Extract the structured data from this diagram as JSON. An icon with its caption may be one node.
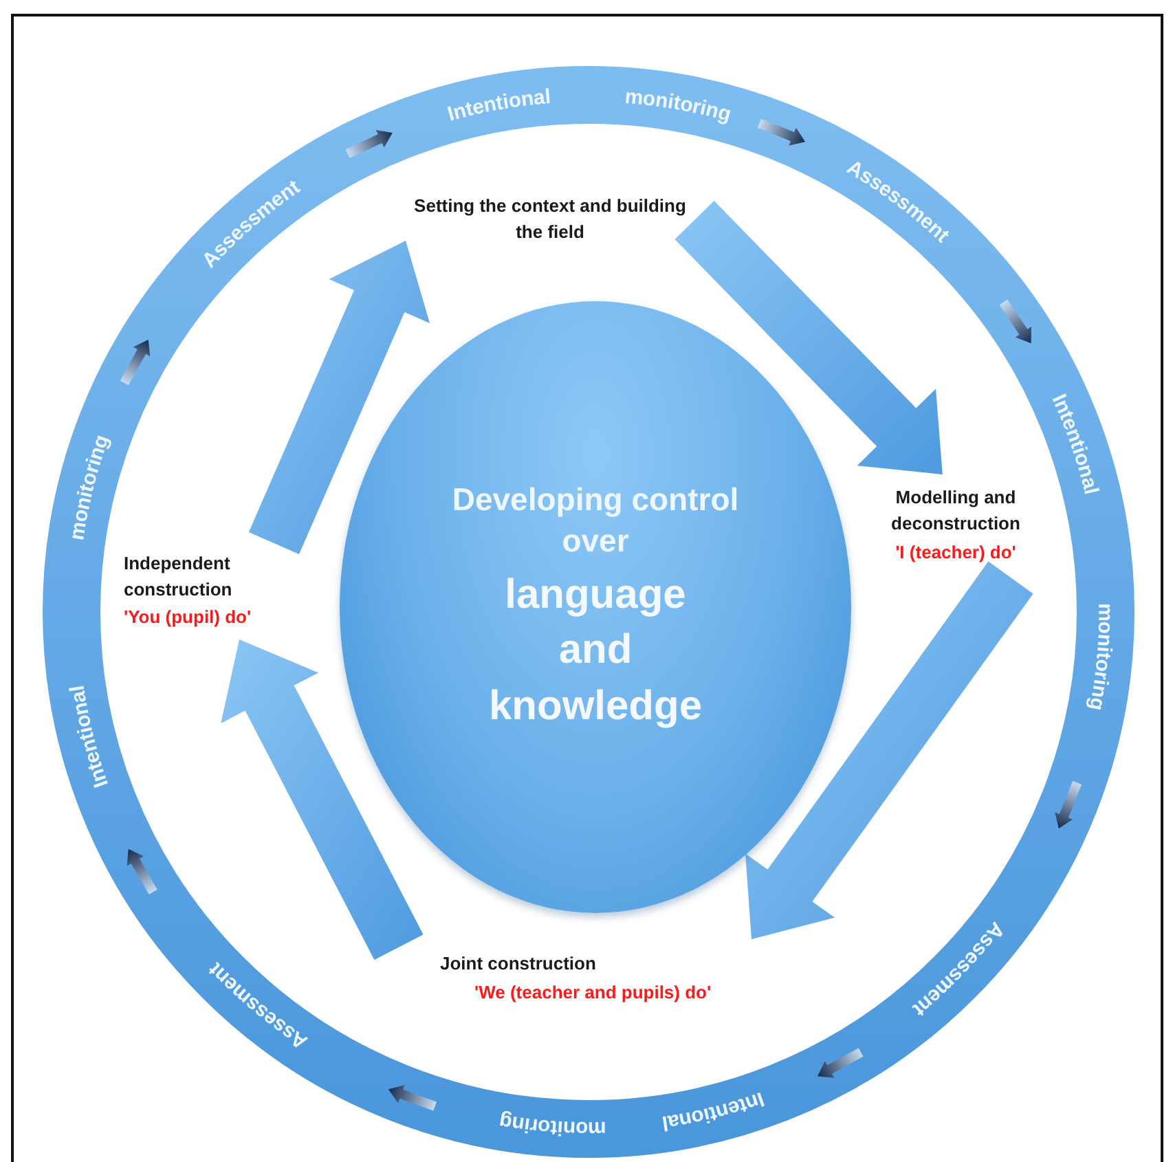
{
  "diagram": {
    "nodes": [
      {
        "text": [
          "Developing control over",
          "language and knowledge"
        ]
      },
      {
        "text": [
          "Setting the context and building the field"
        ]
      },
      {
        "text": [
          "Modelling and deconstruction",
          "'I (teacher) do'"
        ]
      },
      {
        "text": [
          "Joint construction",
          "'We (teacher and pupils) do'"
        ]
      },
      {
        "text": [
          "Independent construction",
          "'You (pupil) do'"
        ]
      }
    ],
    "edges": [
      {
        "from": 1,
        "to": 2,
        "arrow": "to"
      },
      {
        "from": 2,
        "to": 3,
        "arrow": "to"
      },
      {
        "from": 3,
        "to": 4,
        "arrow": "to"
      },
      {
        "from": 4,
        "to": 1,
        "arrow": "to"
      }
    ],
    "labels": [
      "Intentional",
      "monitoring",
      "Assessment",
      "Intentional",
      "monitoring",
      "Assessment",
      "Intentional",
      "monitoring",
      "Assessment",
      "Intentional",
      "monitoring",
      "Assessment"
    ]
  }
}
